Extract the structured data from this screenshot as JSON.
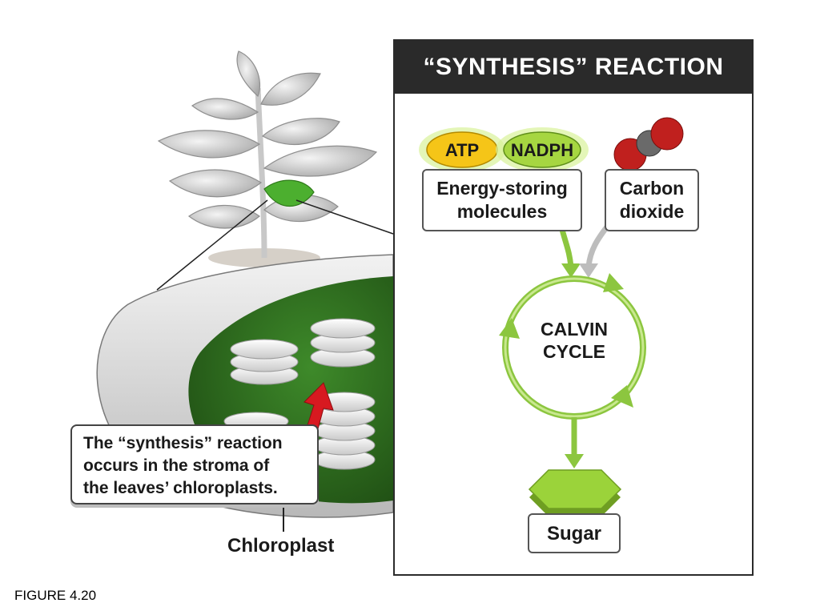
{
  "figure": {
    "caption": "FIGURE 4.20",
    "panel": {
      "title": "“SYNTHESIS” REACTION",
      "inputs": {
        "atp_label": "ATP",
        "nadph_label": "NADPH",
        "energy_box_line1": "Energy-storing",
        "energy_box_line2": "molecules",
        "co2_box_line1": "Carbon",
        "co2_box_line2": "dioxide"
      },
      "cycle_line1": "CALVIN",
      "cycle_line2": "CYCLE",
      "output_label": "Sugar"
    },
    "callout": {
      "line1": "The “synthesis” reaction",
      "line2": "occurs in the stroma of",
      "line3": "the leaves’ chloroplasts."
    },
    "chloroplast_label": "Chloroplast",
    "colors": {
      "header_bg": "#2a2a2a",
      "cycle_green": "#8cc63f",
      "atp_yellow": "#f5c518",
      "nadph_green": "#a6d641",
      "arrow_red": "#d71920",
      "co2_red": "#c0201e",
      "stroma_green": "#2f6b1f"
    }
  }
}
